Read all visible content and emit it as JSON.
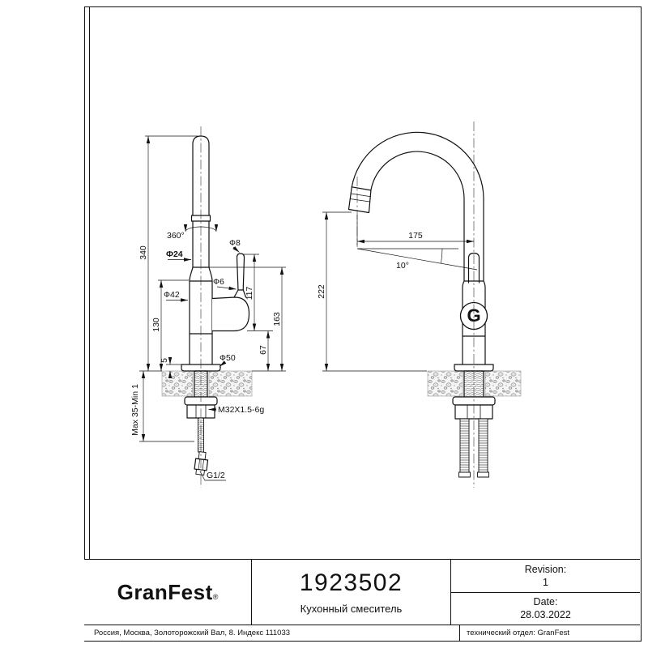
{
  "side_view": {
    "h340": "340",
    "swivel": "360°",
    "d24": "Ф24",
    "d42": "Ф42",
    "d8": "Ф8",
    "d6": "Ф6",
    "h117": "117",
    "h163": "163",
    "h130": "130",
    "h5": "5",
    "h67": "67",
    "d50": "Ф50",
    "mount_range": "Max 35-Min 1",
    "thread": "M32X1.5-6g",
    "g12": "G1/2"
  },
  "front_view": {
    "w175": "175",
    "a10": "10°",
    "h222": "222",
    "logo_letter": "G"
  },
  "title_block": {
    "brand": "GranFest",
    "brand_mark": "®",
    "part_number": "1923502",
    "part_name": "Кухонный смеситель",
    "revision_label": "Revision:",
    "revision_value": "1",
    "date_label": "Date:",
    "date_value": "28.03.2022",
    "address": "Россия, Москва, Золоторожский Вал, 8. Индекс 111033",
    "department": "технический отдел: GranFest"
  }
}
